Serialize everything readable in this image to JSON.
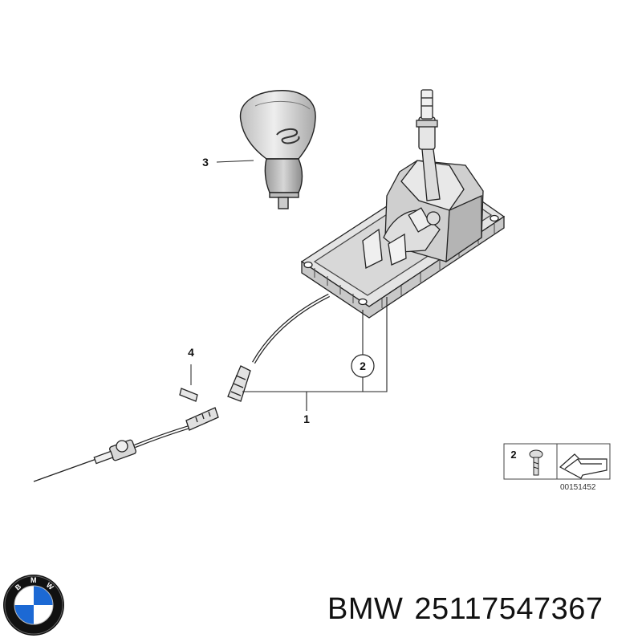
{
  "diagram": {
    "callouts": {
      "c1": "1",
      "c2": "2",
      "c3": "3",
      "c4": "4"
    },
    "legend": {
      "number": "2",
      "part_code": "00151452"
    }
  },
  "footer": {
    "brand": "BMW",
    "part_number": "25117547367"
  },
  "logo": {
    "letters": "BMW",
    "colors": {
      "blue": "#1c69d4",
      "white": "#ffffff",
      "ring": "#111111"
    }
  }
}
